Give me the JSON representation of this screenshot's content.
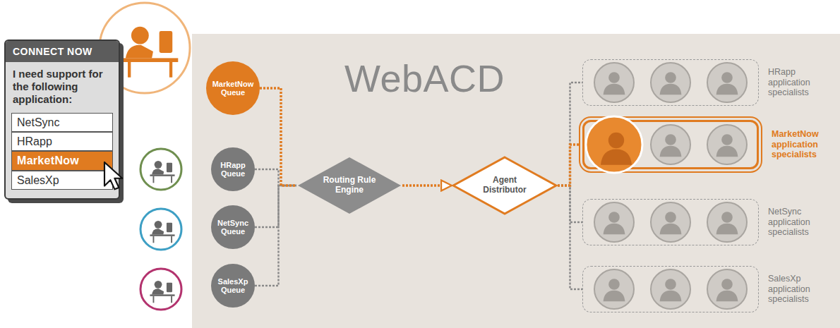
{
  "diagram": {
    "title": "WebACD",
    "nodes": [
      {
        "text": [
          "CONNECT NOW",
          "I need support for the following application:"
        ]
      },
      {
        "text": [
          "NetSync"
        ],
        "in": 0
      },
      {
        "text": [
          "HRapp"
        ],
        "in": 0
      },
      {
        "text": [
          "MarketNow"
        ],
        "in": 0
      },
      {
        "text": [
          "SalesXp"
        ],
        "in": 0
      },
      {
        "text": [
          "MarketNow Queue"
        ]
      },
      {
        "text": [
          "HRapp Queue"
        ]
      },
      {
        "text": [
          "NetSync Queue"
        ]
      },
      {
        "text": [
          "SalesXp Queue"
        ]
      },
      {
        "text": [
          "Routing Rule Engine"
        ]
      },
      {
        "text": [
          "Agent Distributor"
        ]
      },
      {
        "text": [
          "HRapp application specialists"
        ]
      },
      {
        "text": [
          "MarketNow application specialists"
        ]
      },
      {
        "text": [
          "NetSync application specialists"
        ]
      },
      {
        "text": [
          "SalesXp application specialists"
        ]
      }
    ],
    "edges": [
      {
        "from": 6,
        "to": 9,
        "arrow": "none"
      },
      {
        "from": 7,
        "to": 9,
        "arrow": "none"
      },
      {
        "from": 8,
        "to": 9,
        "arrow": "none"
      },
      {
        "from": 5,
        "to": 9,
        "arrow": "none"
      },
      {
        "from": 9,
        "to": 10,
        "arrow": "to"
      },
      {
        "from": 10,
        "to": 11,
        "arrow": "none"
      },
      {
        "from": 10,
        "to": 13,
        "arrow": "none"
      },
      {
        "from": 10,
        "to": 14,
        "arrow": "none"
      },
      {
        "from": 10,
        "to": 12,
        "arrow": "none"
      }
    ]
  }
}
